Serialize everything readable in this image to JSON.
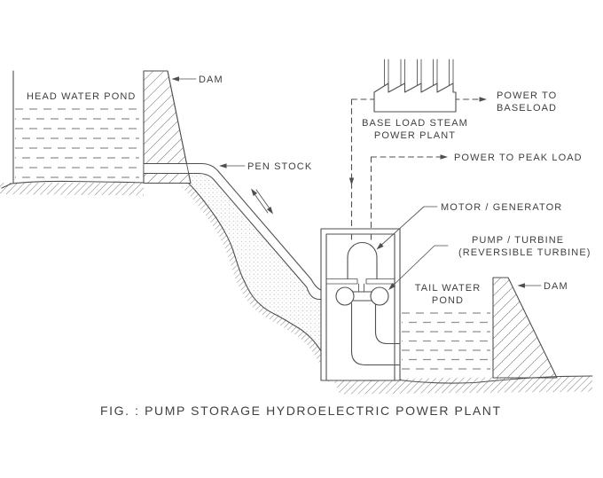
{
  "figure": {
    "caption": "FIG. : PUMP STORAGE HYDROELECTRIC POWER PLANT"
  },
  "labels": {
    "head_water_pond": "HEAD WATER POND",
    "dam_left": "DAM",
    "dam_right": "DAM",
    "pen_stock": "PEN STOCK",
    "base_load_plant_line1": "BASE LOAD STEAM",
    "base_load_plant_line2": "POWER PLANT",
    "power_to_baseload_line1": "POWER TO",
    "power_to_baseload_line2": "BASELOAD",
    "power_to_peak_load": "POWER TO PEAK LOAD",
    "motor_generator": "MOTOR / GENERATOR",
    "pump_turbine_line1": "PUMP / TURBINE",
    "pump_turbine_line2": "(REVERSIBLE TURBINE)",
    "tail_water_pond_line1": "TAIL WATER",
    "tail_water_pond_line2": "POND"
  },
  "colors": {
    "line": "#4f4f4f",
    "text": "#404040",
    "water": "#8f8f8f",
    "bg": "#ffffff"
  }
}
